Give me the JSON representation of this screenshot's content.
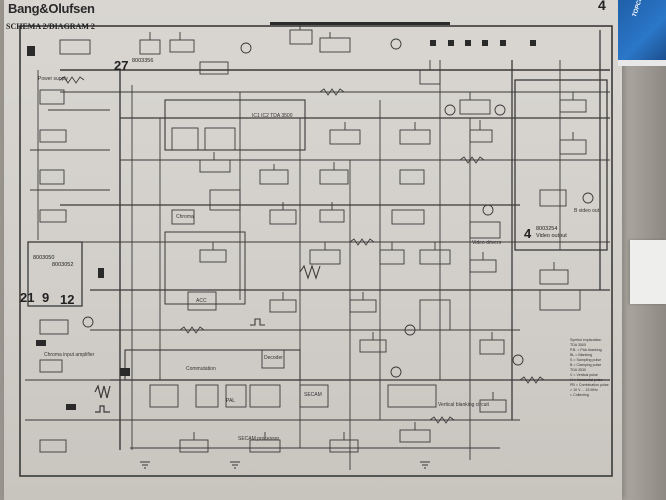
{
  "header": {
    "brand": "Bang&Olufsen",
    "title": "SCHEMA 2/DIAGRAM 2",
    "page_number": "4"
  },
  "boards": {
    "board_27": {
      "num": "27",
      "code": "8003356"
    },
    "board_4": {
      "num": "4",
      "code": "8003254",
      "name": "Video output"
    },
    "boards_left": [
      {
        "num": "21",
        "code": "8003050"
      },
      {
        "num": "9",
        "code": "8003052"
      },
      {
        "num": "12",
        "code": ""
      }
    ]
  },
  "blocks": {
    "chroma_input_amp": "Chroma input amplifier",
    "commutation": "Commutation",
    "secam_processor": "SECAM processor",
    "video_drivers": "Video drivers",
    "vertical_blanking": "Vertical blanking circuit",
    "power_supply": "Power supply",
    "ic_main": "IC1 IC2 TDA 3500",
    "b_video_out": "B video out",
    "chroma": "Chroma",
    "acc": "ACC",
    "decoder": "Decoder",
    "pal": "PAL",
    "secam": "SECAM"
  },
  "legend": {
    "title": "Symbol explanation",
    "line1": "TDA 3500",
    "line2": "P.B. = Pick blanking",
    "line3": "BL = Blanking",
    "line4": "S = Sampling pulse",
    "line5": "B = Clamping pulse",
    "line6": "TDA 3530",
    "line7": "V = Vertical pulse",
    "line8": "H = Horizontal pulse",
    "line9": "PB = Combination pulse",
    "line10": "= 10 V ... 15 MHz",
    "line11": "= Collecting"
  },
  "misc": {
    "box_label": "TOPCRAFT"
  },
  "colors": {
    "paper": "#d3d0cb",
    "ink": "#2a2a2a",
    "box_blue": "#2b77c8"
  }
}
